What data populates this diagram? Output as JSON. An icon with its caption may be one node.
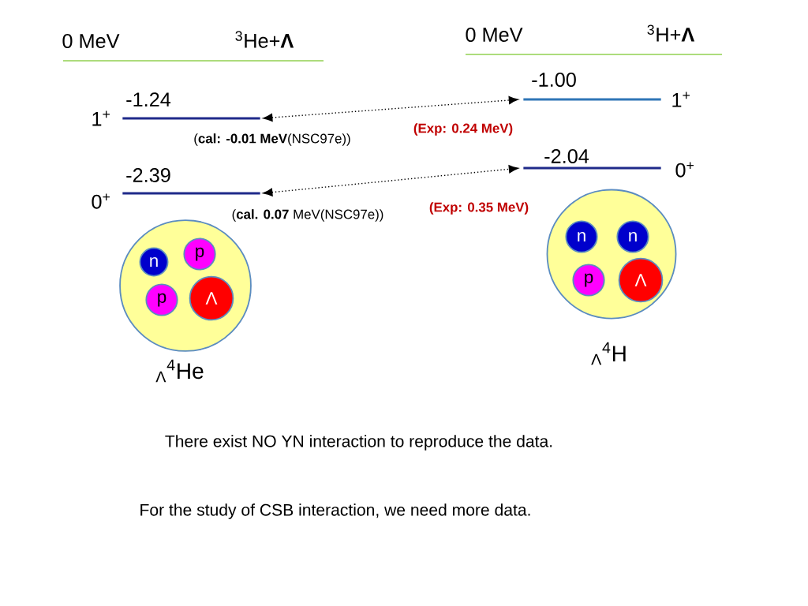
{
  "diagram": {
    "nodes": [
      {
        "text": [],
        "shape": "bar",
        "beside": [
          "-1.24",
          "1$^{+}$",
          "(**cal: -0.01 MeV**(NSC97e))"
        ]
      },
      {
        "text": [],
        "shape": "bar",
        "beside": [
          "-1.00",
          "1$^{+}$"
        ]
      },
      {
        "text": [],
        "shape": "bar",
        "beside": [
          "-2.39",
          "0$^{+}$",
          "(**cal. 0.07** MeV(NSC97e))"
        ]
      },
      {
        "text": [],
        "shape": "bar",
        "beside": [
          "-2.04",
          "0$^{+}$"
        ]
      },
      {
        "text": [],
        "shape": "circle",
        "beside": [
          "$_{Λ}$$^{4}$He"
        ]
      },
      {
        "text": [
          "n"
        ],
        "in": 4
      },
      {
        "text": [
          "p"
        ],
        "in": 4
      },
      {
        "text": [
          "p"
        ],
        "in": 4
      },
      {
        "text": [
          "Λ"
        ],
        "in": 4
      },
      {
        "text": [],
        "shape": "circle",
        "beside": [
          "$_{Λ}$$^{4}$H"
        ]
      },
      {
        "text": [
          "n"
        ],
        "in": 9
      },
      {
        "text": [
          "n"
        ],
        "in": 9
      },
      {
        "text": [
          "p"
        ],
        "in": 9
      },
      {
        "text": [
          "Λ"
        ],
        "in": 9
      }
    ],
    "edges": [
      {
        "from": 0,
        "to": 1,
        "arrow": "both",
        "style": "dashed",
        "label": "(Exp: 0.24 MeV)"
      },
      {
        "from": 2,
        "to": 3,
        "arrow": "both",
        "style": "dashed",
        "label": "(Exp: 0.35 MeV)"
      }
    ],
    "labels": [
      "0 MeV",
      "$^{3}$He+**Λ**",
      "0 MeV",
      "$^{3}$H+**Λ**",
      "There exist NO YN interaction to reproduce the data.",
      "For the study of CSB interaction, we need more data."
    ]
  }
}
